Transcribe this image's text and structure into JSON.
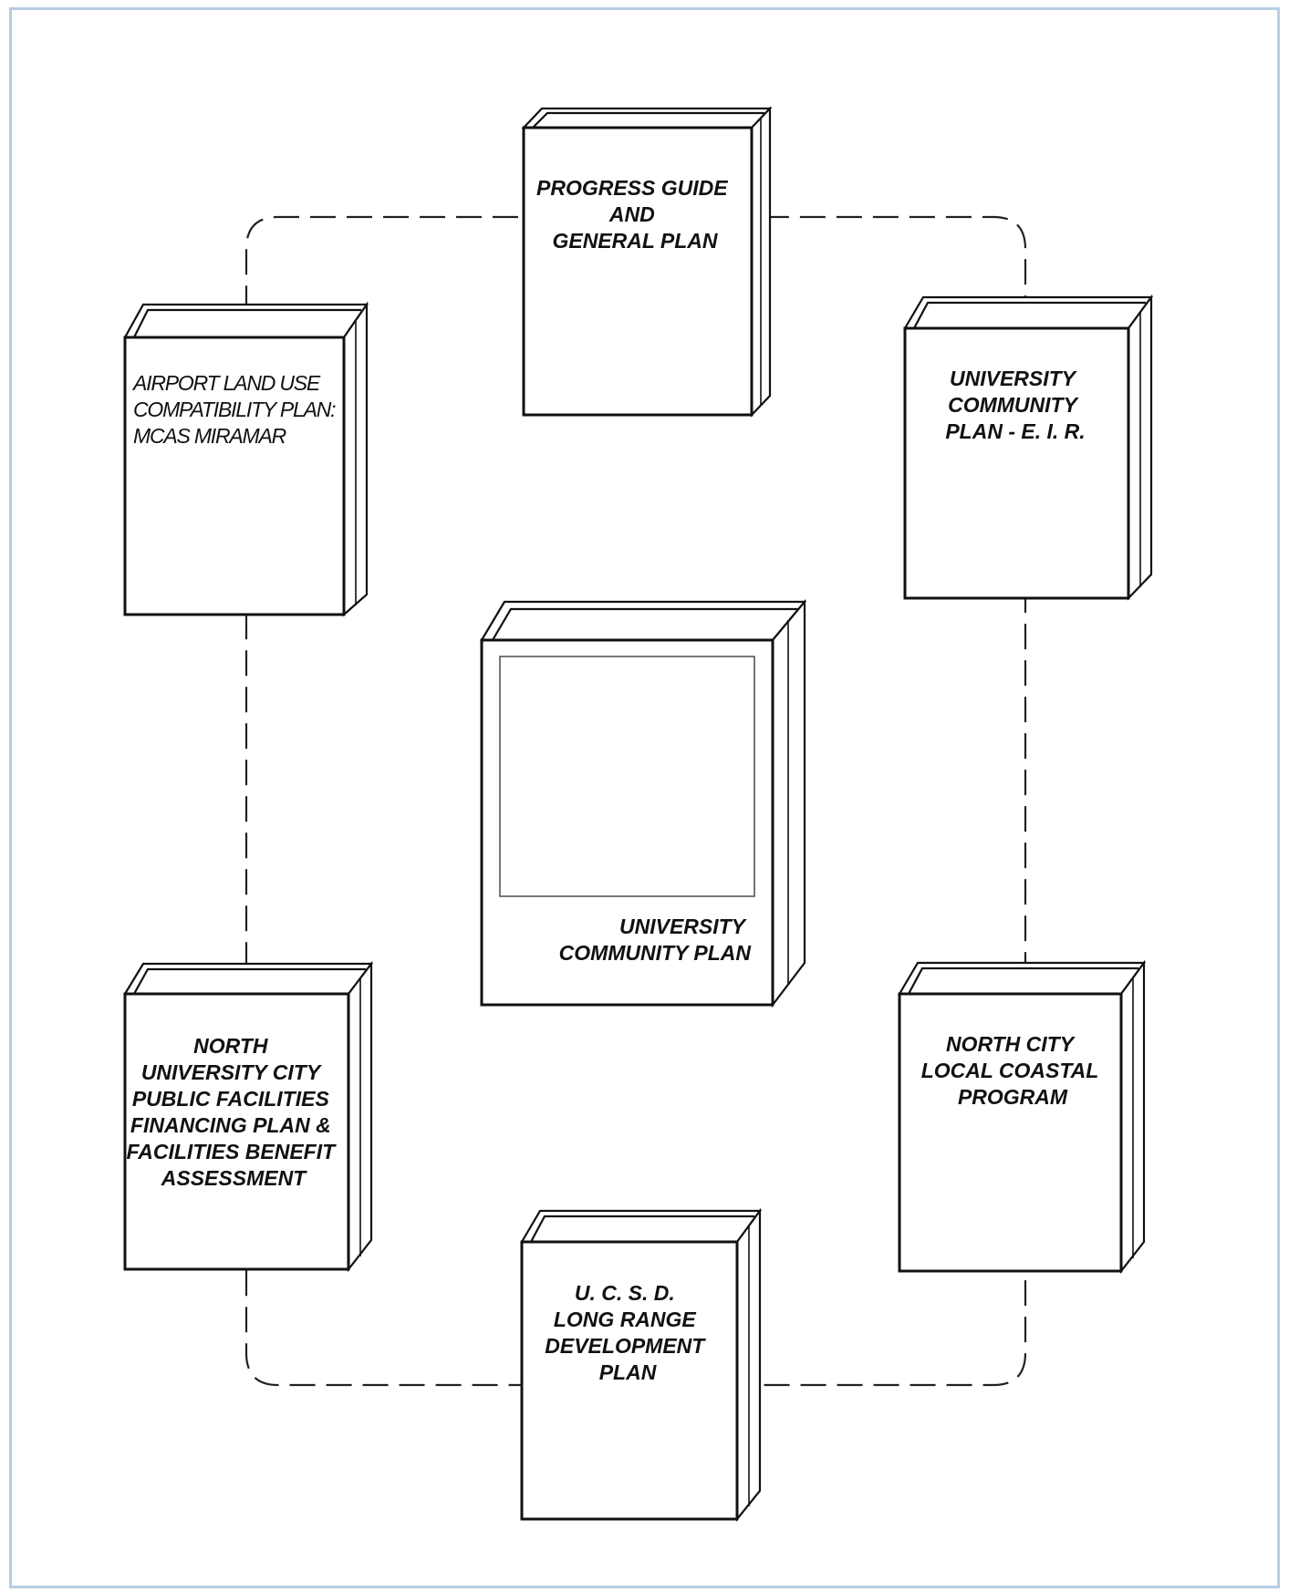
{
  "diagram": {
    "center_book": {
      "lines": [
        "UNIVERSITY",
        "COMMUNITY PLAN"
      ]
    },
    "books": {
      "progress_guide": {
        "lines": [
          "PROGRESS GUIDE",
          "AND",
          "GENERAL PLAN"
        ]
      },
      "airport": {
        "lines": [
          "AIRPORT LAND USE",
          "COMPATIBILITY PLAN:",
          "MCAS MIRAMAR"
        ]
      },
      "eir": {
        "lines": [
          "UNIVERSITY",
          "COMMUNITY",
          "PLAN  -  E. I. R."
        ]
      },
      "financing": {
        "lines": [
          "NORTH",
          "UNIVERSITY CITY",
          "PUBLIC FACILITIES",
          "FINANCING PLAN &",
          "FACILITIES BENEFIT",
          "ASSESSMENT"
        ]
      },
      "coastal": {
        "lines": [
          "NORTH CITY",
          "LOCAL COASTAL",
          "PROGRAM"
        ]
      },
      "ucsd": {
        "lines": [
          "U. C. S. D.",
          "LONG RANGE",
          "DEVELOPMENT",
          "PLAN"
        ]
      }
    },
    "colors": {
      "frame_border": "#b7cde3",
      "ink": "#111111"
    }
  }
}
